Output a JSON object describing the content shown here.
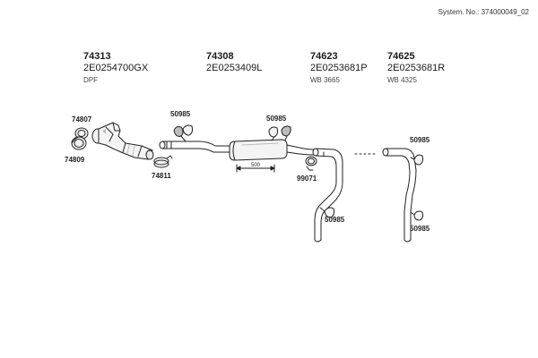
{
  "system_label": "System. No.: 374000049_02",
  "parts": [
    {
      "number": "74313",
      "oe": "2E0254700GX",
      "note": "DPF"
    },
    {
      "number": "74308",
      "oe": "2E0253409L",
      "note": ""
    },
    {
      "number": "74623",
      "oe": "2E0253681P",
      "note": "WB 3665"
    },
    {
      "number": "74625",
      "oe": "2E0253681R",
      "note": "WB 4325"
    }
  ],
  "callouts": {
    "c74807": "74807",
    "c74809": "74809",
    "c74811": "74811",
    "c50985_a": "50985",
    "c50985_b": "50985",
    "c50985_c": "50985",
    "c50985_d": "50985",
    "c50985_e": "50985",
    "c99071": "99071"
  },
  "dimension": "500",
  "colors": {
    "line": "#222222",
    "part_fill": "#f4f4f4",
    "shade": "#bdbdbd"
  }
}
